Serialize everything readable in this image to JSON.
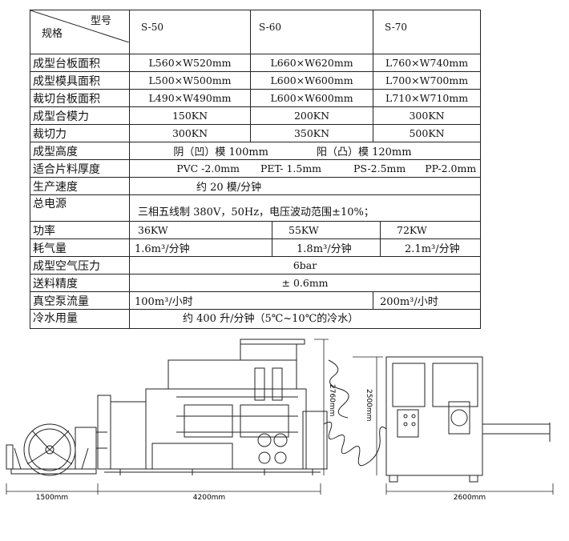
{
  "table": {
    "header": {
      "model_label": "型号",
      "spec_label": "规格",
      "models": [
        "S-50",
        "S-60",
        "S-70"
      ]
    },
    "rows": {
      "forming_plate": {
        "label": "成型台板面积",
        "v": [
          "L560×W520mm",
          "L660×W620mm",
          "L760×W740mm"
        ]
      },
      "forming_mold": {
        "label": "成型模具面积",
        "v": [
          "L500×W500mm",
          "L600×W600mm",
          "L700×W700mm"
        ]
      },
      "cutting_plate": {
        "label": "裁切台板面积",
        "v": [
          "L490×W490mm",
          "L600×W600mm",
          "L710×W710mm"
        ]
      },
      "forming_force": {
        "label": "成型合模力",
        "v": [
          "150KN",
          "200KN",
          "300KN"
        ]
      },
      "cutting_force": {
        "label": "裁切力",
        "v": [
          "300KN",
          "350KN",
          "500KN"
        ]
      },
      "forming_height": {
        "label": "成型高度",
        "v": [
          "阴（凹）模 100mm",
          "阳（凸）模 120mm"
        ]
      },
      "sheet_thickness": {
        "label": "适合片料厚度",
        "v": [
          "PVC -2.0mm",
          "PET- 1.5mm",
          "PS-2.5mm",
          "PP-2.0mm"
        ]
      },
      "speed": {
        "label": "生产速度",
        "v": "约 20 模/分钟"
      },
      "power_supply": {
        "label": "总电源",
        "v": "三相五线制 380V，50Hz，电压波动范围±10%；"
      },
      "power": {
        "label": "功率",
        "v": [
          "36KW",
          "55KW",
          "72KW"
        ]
      },
      "air_consumption": {
        "label": "耗气量",
        "v": [
          "1.6m³/分钟",
          "1.8m³/分钟",
          "2.1m³/分钟"
        ]
      },
      "air_pressure": {
        "label": "成型空气压力",
        "v": "6bar"
      },
      "feed_precision": {
        "label": "送料精度",
        "v": "± 0.6mm"
      },
      "vacuum_flow": {
        "label": "真空泵流量",
        "v": [
          "100m³/小时",
          "200m³/小时"
        ]
      },
      "cooling_water": {
        "label": "冷水用量",
        "v": "约 400 升/分钟（5℃~10℃的冷水）"
      }
    }
  },
  "drawing": {
    "dimensions": {
      "length_unwinder": "1500mm",
      "length_main": "4200mm",
      "length_side": "2600mm",
      "height_main": "2760mm",
      "height_side": "2500mm"
    }
  }
}
